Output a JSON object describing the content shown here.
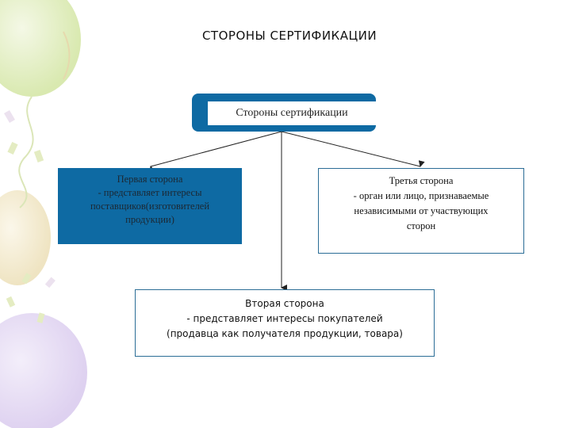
{
  "title": "СТОРОНЫ СЕРТИФИКАЦИИ",
  "root": {
    "label": "Стороны сертификации"
  },
  "first_party": {
    "lines": [
      "Первая сторона",
      "- представляет интересы",
      "поставщиков(изготовителей",
      "продукции)"
    ]
  },
  "third_party": {
    "lines": [
      "Третья сторона",
      "- орган или лицо, признаваемые",
      "независимыми от участвующих",
      "сторон"
    ]
  },
  "second_party": {
    "lines": [
      "Вторая сторона",
      "- представляет интересы покупателей",
      "(продавца как получателя продукции, товара)"
    ]
  },
  "colors": {
    "primary_blue": "#0e6aa3",
    "connector": "#222222"
  }
}
